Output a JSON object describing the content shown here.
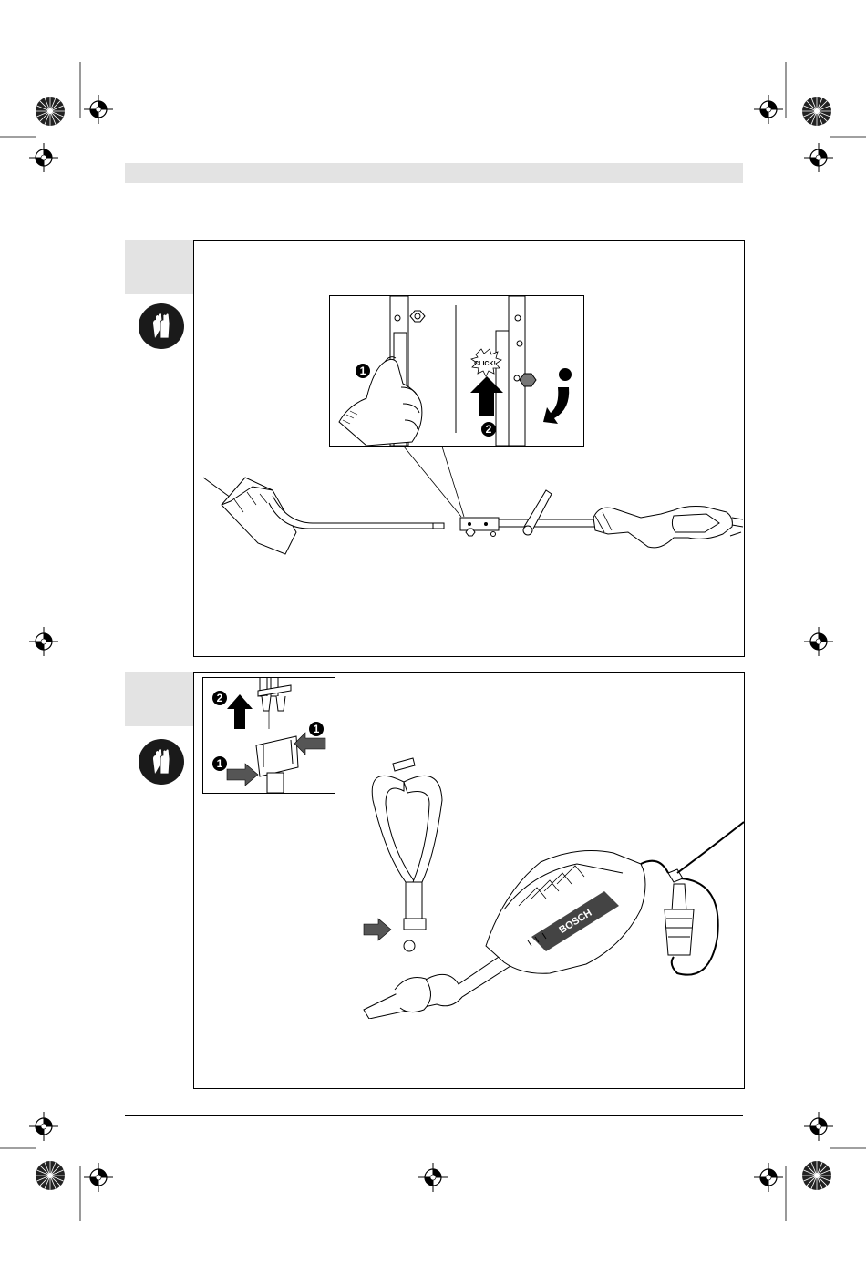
{
  "figure_1": {
    "step_marker_1": "1",
    "step_marker_2": "2",
    "click_label": "CLICK!"
  },
  "figure_2": {
    "step_marker_2": "2",
    "step_marker_1a": "1",
    "step_marker_1b": "1",
    "brand_label": "BOSCH"
  },
  "icons": {
    "protective": "gloves-icon",
    "registration": "registration-mark-icon",
    "color_wheel": "color-wheel-icon"
  }
}
